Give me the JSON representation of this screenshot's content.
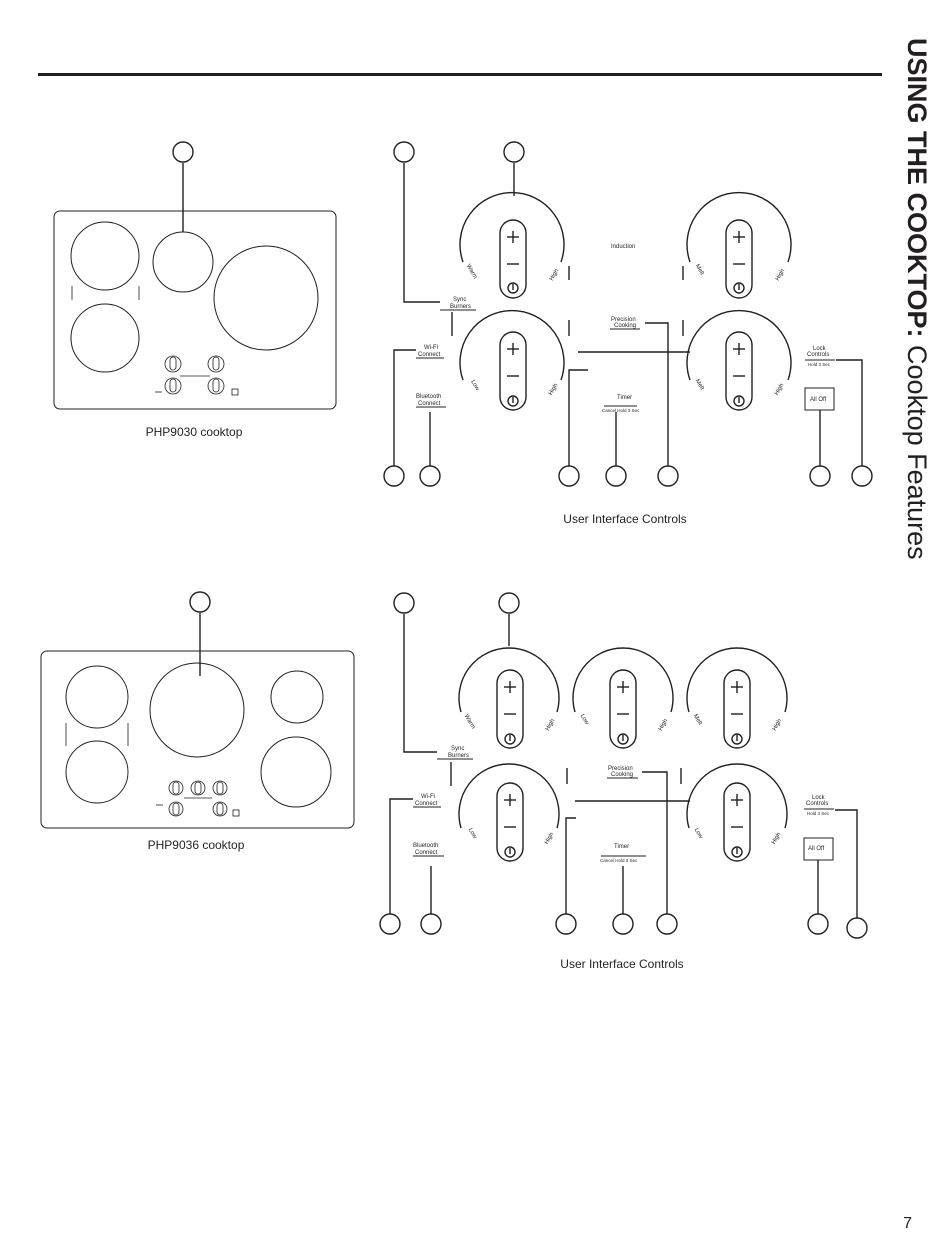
{
  "header": {
    "title_bold": "USING THE COOKTOP:",
    "title_light": " Cooktop Features"
  },
  "page_number": "7",
  "sections": [
    {
      "cooktop_caption": "PHP9030 cooktop",
      "ui_caption": "User Interface Controls",
      "labels": {
        "induction": "Induction",
        "sync_line1": "Sync",
        "sync_line2": "Burners",
        "wifi_line1": "Wi-Fi",
        "wifi_line2": "Connect",
        "bt_line1": "Bluetooth",
        "bt_line2": "Connect",
        "precision_line1": "Precision",
        "precision_line2": "Cooking",
        "timer": "Timer",
        "timer_sub": "Cancel Hold 3 Sec",
        "lock_line1": "Lock",
        "lock_line2": "Controls",
        "lock_sub": "Hold 3 Sec",
        "all_off": "All Off"
      },
      "dials": [
        {
          "left": "Warm",
          "right": "High"
        },
        {
          "left": "Melt",
          "right": "High"
        },
        {
          "left": "Low",
          "right": "High"
        },
        {
          "left": "Melt",
          "right": "High"
        }
      ]
    },
    {
      "cooktop_caption": "PHP9036 cooktop",
      "ui_caption": "User Interface Controls",
      "labels": {
        "sync_line1": "Sync",
        "sync_line2": "Burners",
        "wifi_line1": "Wi-Fi",
        "wifi_line2": "Connect",
        "bt_line1": "Bluetooth",
        "bt_line2": "Connect",
        "precision_line1": "Precision",
        "precision_line2": "Cooking",
        "timer": "Timer",
        "timer_sub": "Cancel Hold 3 Sec",
        "lock_line1": "Lock",
        "lock_line2": "Controls",
        "lock_sub": "Hold 3 Sec",
        "all_off": "All Off"
      },
      "dials": [
        {
          "left": "Warm",
          "right": "High"
        },
        {
          "left": "Low",
          "right": "High"
        },
        {
          "left": "Melt",
          "right": "High"
        },
        {
          "left": "Low",
          "right": "High"
        },
        {
          "left": "Low",
          "right": "High"
        }
      ]
    }
  ],
  "icons": [
    "plus-icon",
    "minus-icon",
    "power-icon",
    "callout-circle"
  ]
}
